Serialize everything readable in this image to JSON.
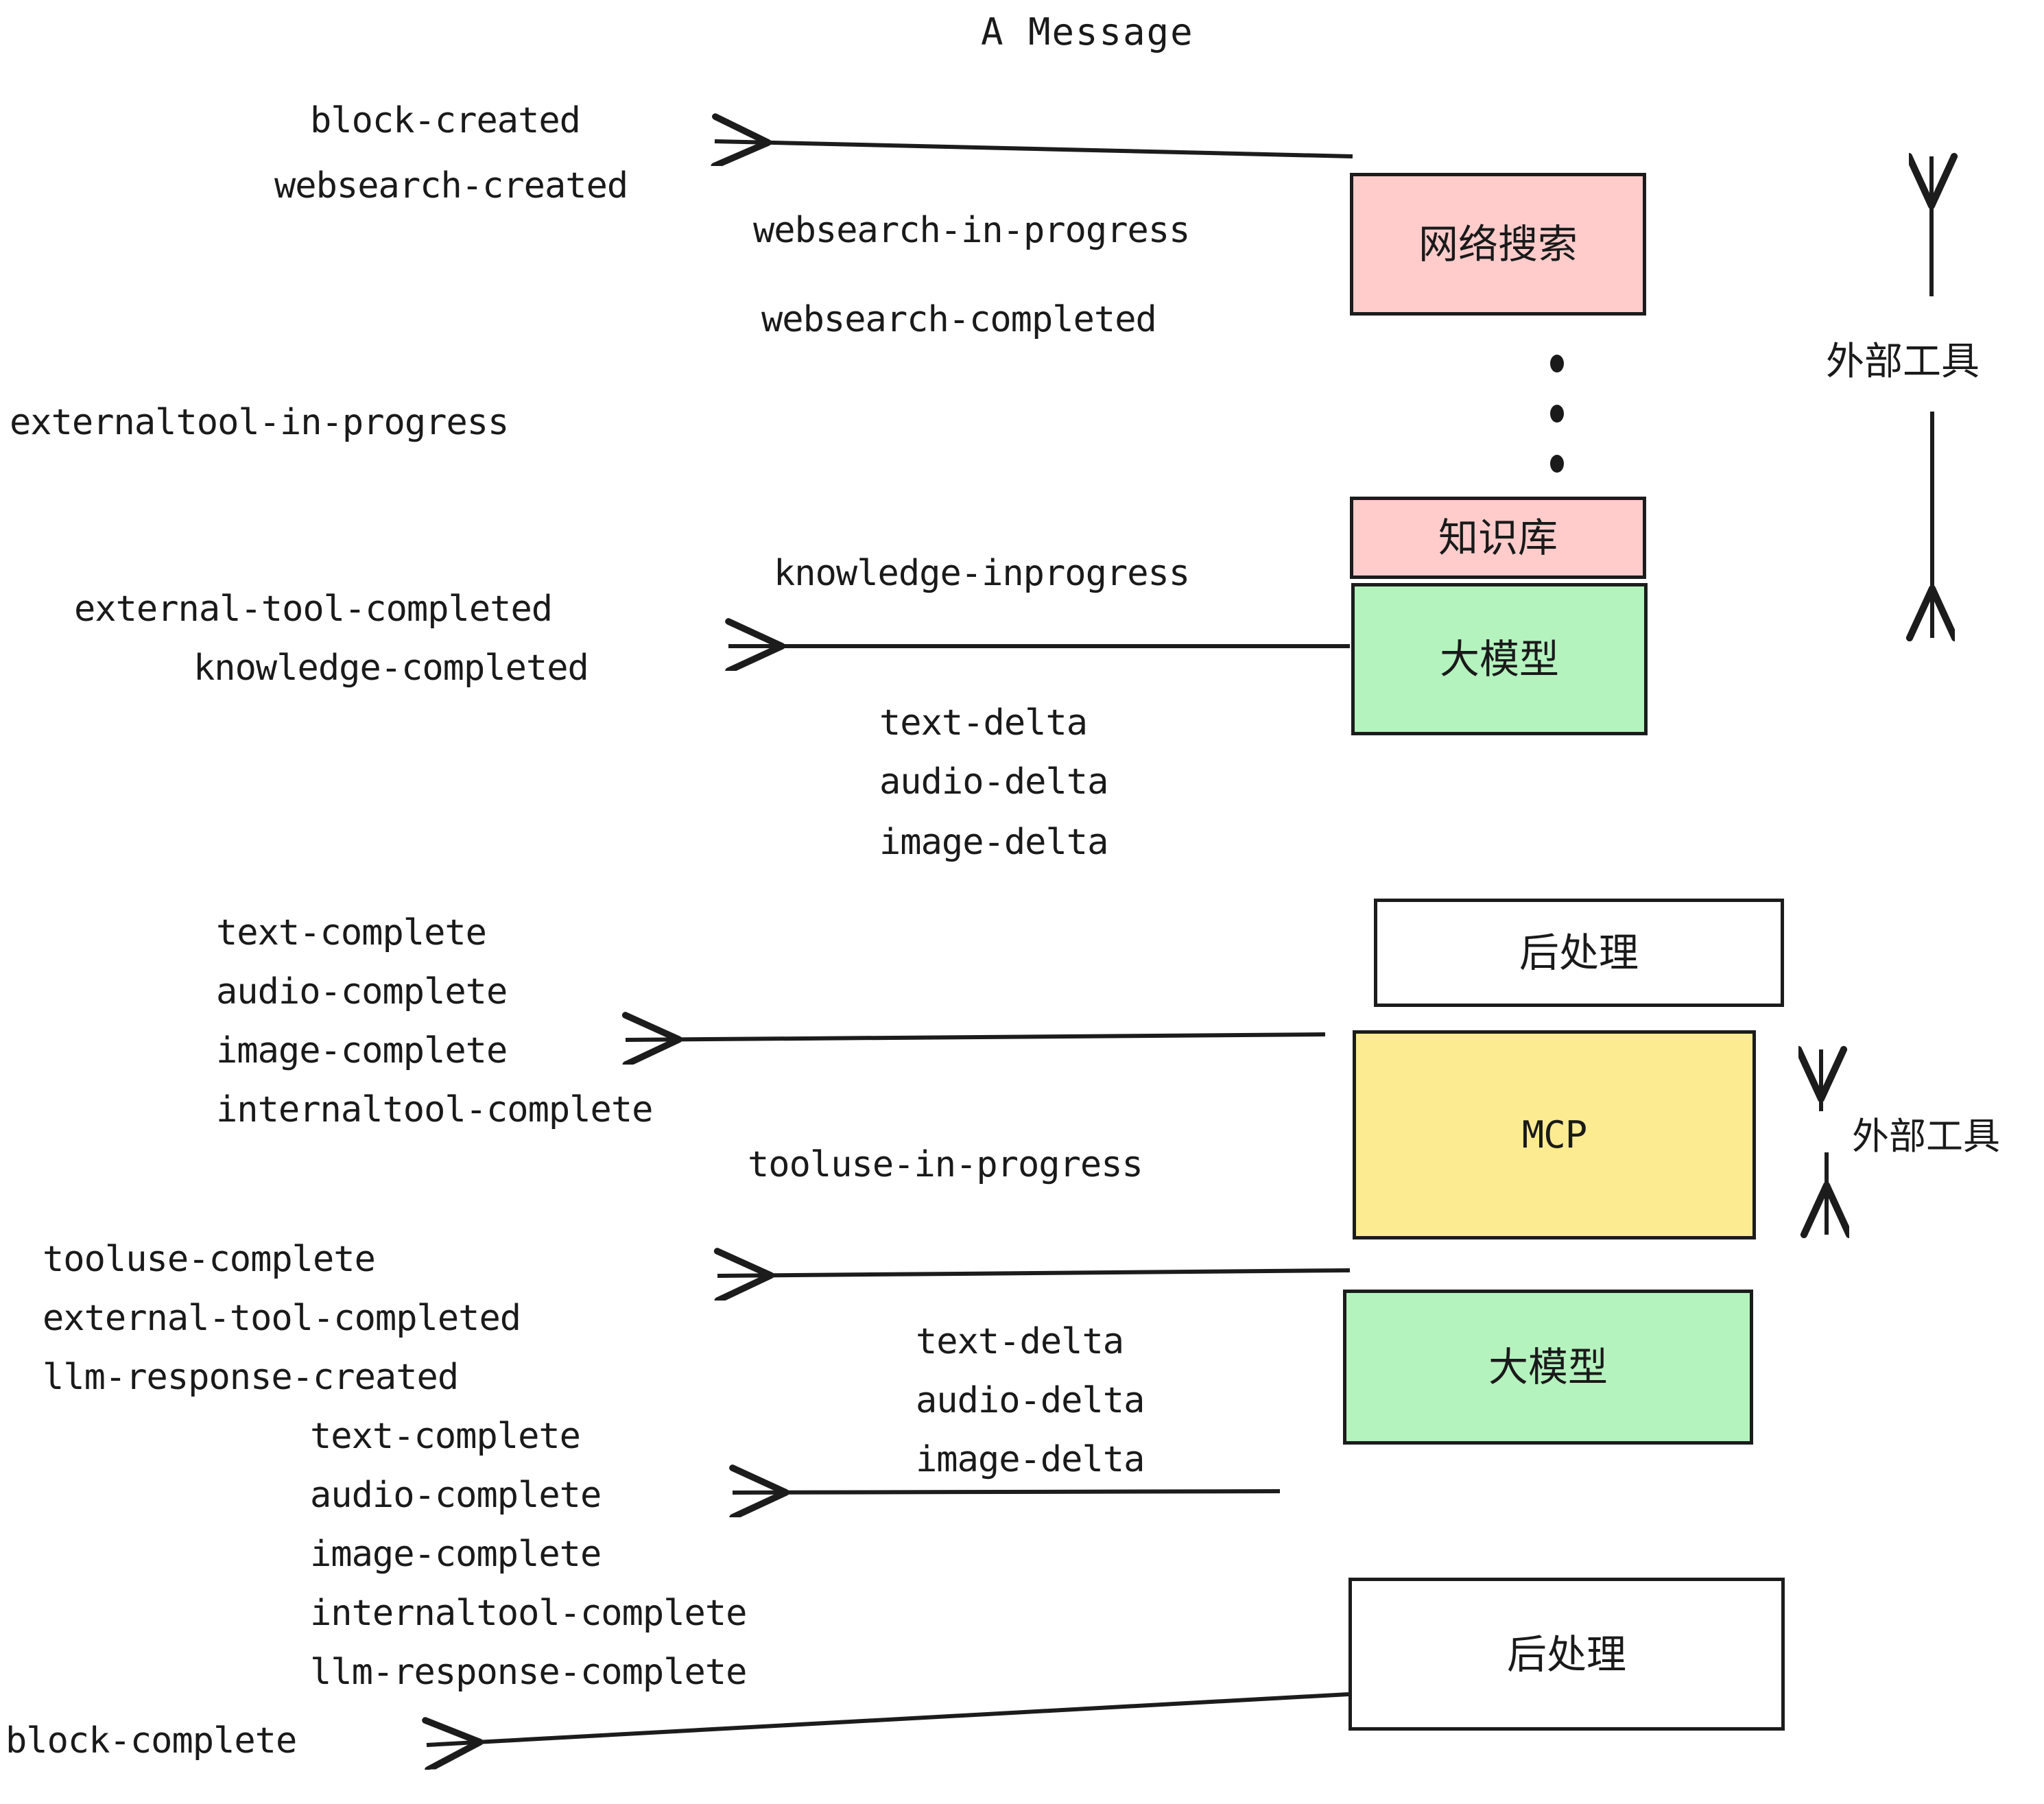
{
  "diagram": {
    "title": "A Message",
    "colors": {
      "pink": "#FFCCCB",
      "green": "#B4F2BE",
      "yellow": "#FDEB92",
      "white": "#FFFFFF",
      "stroke": "#1C1C1C",
      "text": "#1A1A1A"
    },
    "nodes": [
      {
        "id": "websearch",
        "label": "网络搜索",
        "fill": "#FFCCCB",
        "mono": false
      },
      {
        "id": "knowledge",
        "label": "知识库",
        "fill": "#FFCCCB",
        "mono": false
      },
      {
        "id": "llm-top",
        "label": "大模型",
        "fill": "#B4F2BE",
        "mono": false
      },
      {
        "id": "postprocess-top",
        "label": "后处理",
        "fill": "#FFFFFF",
        "mono": false
      },
      {
        "id": "mcp",
        "label": "MCP",
        "fill": "#FDEB92",
        "mono": true
      },
      {
        "id": "llm-bottom",
        "label": "大模型",
        "fill": "#B4F2BE",
        "mono": false
      },
      {
        "id": "postprocess-bottom",
        "label": "后处理",
        "fill": "#FFFFFF",
        "mono": false
      }
    ],
    "side_labels": [
      {
        "id": "external-tool-upper",
        "label": "外部工具"
      },
      {
        "id": "external-tool-lower",
        "label": "外部工具"
      }
    ],
    "events": [
      {
        "id": "block-created",
        "text": "block-created"
      },
      {
        "id": "websearch-created",
        "text": "websearch-created"
      },
      {
        "id": "websearch-in-progress",
        "text": "websearch-in-progress"
      },
      {
        "id": "websearch-completed",
        "text": "websearch-completed"
      },
      {
        "id": "externaltool-in-progress",
        "text": "externaltool-in-progress"
      },
      {
        "id": "knowledge-inprogress",
        "text": "knowledge-inprogress"
      },
      {
        "id": "external-tool-completed-1",
        "text": "external-tool-completed"
      },
      {
        "id": "knowledge-completed",
        "text": "knowledge-completed"
      },
      {
        "id": "text-delta-1",
        "text": "text-delta"
      },
      {
        "id": "audio-delta-1",
        "text": "audio-delta"
      },
      {
        "id": "image-delta-1",
        "text": "image-delta"
      },
      {
        "id": "text-complete-1",
        "text": "text-complete"
      },
      {
        "id": "audio-complete-1",
        "text": "audio-complete"
      },
      {
        "id": "image-complete-1",
        "text": "image-complete"
      },
      {
        "id": "internaltool-complete-1",
        "text": "internaltool-complete"
      },
      {
        "id": "tooluse-in-progress",
        "text": "tooluse-in-progress"
      },
      {
        "id": "tooluse-complete",
        "text": "tooluse-complete"
      },
      {
        "id": "external-tool-completed-2",
        "text": "external-tool-completed"
      },
      {
        "id": "llm-response-created",
        "text": "llm-response-created"
      },
      {
        "id": "text-complete-2",
        "text": "text-complete"
      },
      {
        "id": "audio-delta-2",
        "text": "audio-delta"
      },
      {
        "id": "text-delta-2",
        "text": "text-delta"
      },
      {
        "id": "image-delta-2",
        "text": "image-delta"
      },
      {
        "id": "audio-complete-2",
        "text": "audio-complete"
      },
      {
        "id": "image-complete-2",
        "text": "image-complete"
      },
      {
        "id": "internaltool-complete-2",
        "text": "internaltool-complete"
      },
      {
        "id": "llm-response-complete",
        "text": "llm-response-complete"
      },
      {
        "id": "block-complete",
        "text": "block-complete"
      }
    ]
  }
}
